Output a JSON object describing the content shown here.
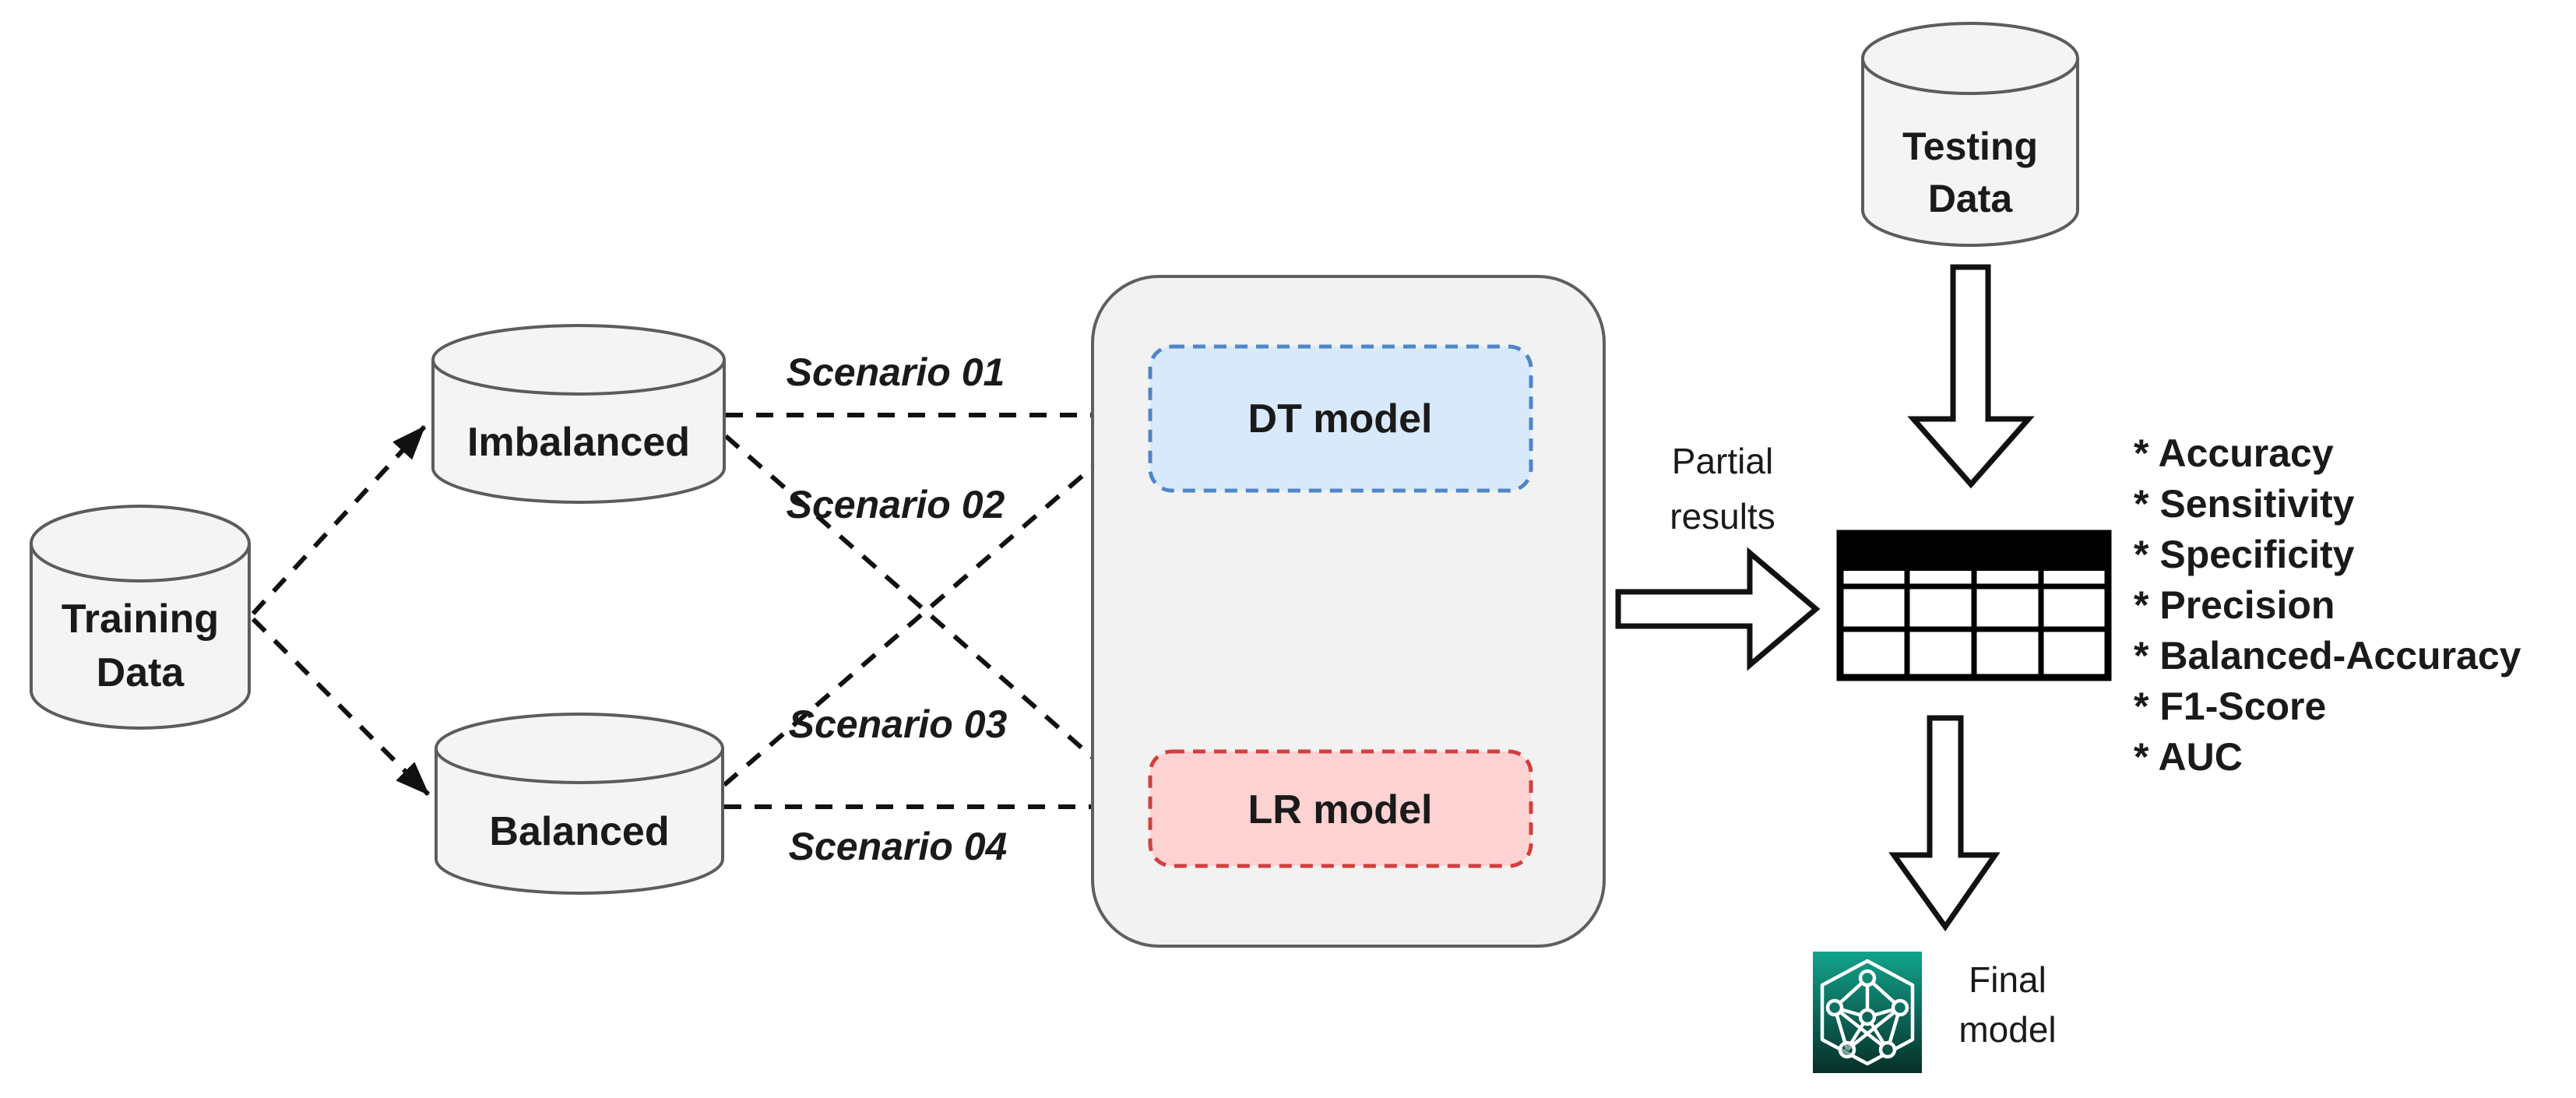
{
  "nodes": {
    "training_data": {
      "line1": "Training",
      "line2": "Data"
    },
    "imbalanced": {
      "label": "Imbalanced"
    },
    "balanced": {
      "label": "Balanced"
    },
    "testing_data": {
      "line1": "Testing",
      "line2": "Data"
    },
    "dt_model": {
      "label": "DT model"
    },
    "lr_model": {
      "label": "LR model"
    }
  },
  "edges": {
    "scenario_01": {
      "label": "Scenario 01"
    },
    "scenario_02": {
      "label": "Scenario 02"
    },
    "scenario_03": {
      "label": "Scenario 03"
    },
    "scenario_04": {
      "label": "Scenario 04"
    }
  },
  "labels": {
    "partial_results": {
      "line1": "Partial",
      "line2": "results"
    },
    "final_model": {
      "line1": "Final",
      "line2": "model"
    }
  },
  "metrics": {
    "items": [
      "* Accuracy",
      "* Sensitivity",
      "* Specificity",
      "* Precision",
      "* Balanced-Accuracy",
      "* F1-Score",
      "* AUC"
    ]
  },
  "colors": {
    "dt_fill": "#d8e9fb",
    "dt_border": "#4f86c6",
    "lr_fill": "#fdd2d2",
    "lr_border": "#d23f3f",
    "container_fill": "#f2f2f2",
    "container_border": "#5f5f5f",
    "cylinder_fill": "#f4f4f4",
    "icon_teal_top": "#12a38c",
    "icon_teal_bottom": "#062f28"
  }
}
